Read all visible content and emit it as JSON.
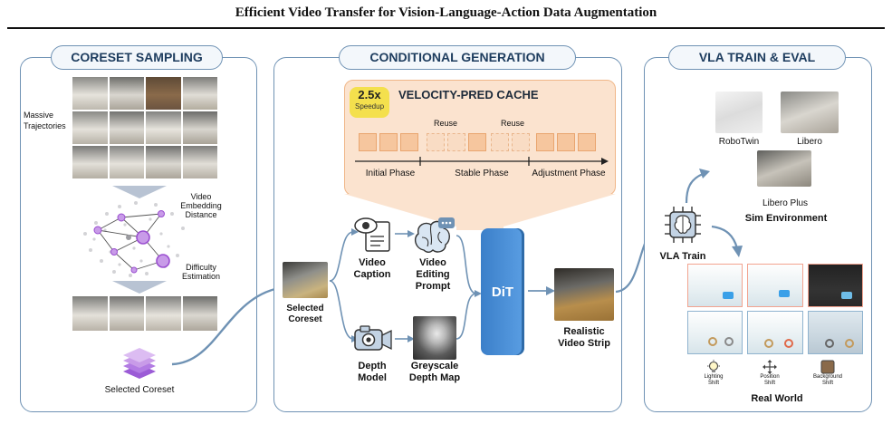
{
  "header": {
    "title": "Efficient Video Transfer for Vision-Language-Action Data Augmentation"
  },
  "coreset": {
    "heading": "CORESET SAMPLING",
    "massive": "Massive\nTrajectories",
    "embedding": "Video\nEmbedding\nDistance",
    "difficulty": "Difficulty\nEstimation",
    "selected": "Selected Coreset"
  },
  "generation": {
    "heading": "CONDITIONAL  GENERATION",
    "cache_title": "VELOCITY-PRED CACHE",
    "speed_value": "2.5x",
    "speed_label": "Speedup",
    "reuse1": "Reuse",
    "reuse2": "Reuse",
    "phase1": "Initial Phase",
    "phase2": "Stable Phase",
    "phase3": "Adjustment Phase",
    "selected_coreset": "Selected\nCoreset",
    "video_caption": "Video\nCaption",
    "depth_model": "Depth\nModel",
    "video_editing": "Video\nEditing\nPrompt",
    "greyscale": "Greyscale\nDepth Map",
    "dit": "DiT",
    "realistic": "Realistic\nVideo Strip"
  },
  "vla": {
    "heading": "VLA TRAIN & EVAL",
    "robotwin": "RoboTwin",
    "libero": "Libero",
    "libero_plus": "Libero Plus",
    "sim_env": "Sim Environment",
    "vla_train": "VLA Train",
    "lighting": "Lighting\nShift",
    "position": "Position\nShift",
    "background": "Background\nShift",
    "real_world": "Real World"
  },
  "colors": {
    "panel_border": "#6f92b4",
    "cache_bg": "#fbe3cf",
    "block": "#f6c69e",
    "dit": "#4d8fd6",
    "speed": "#f4e04d",
    "node": "#b168e0"
  }
}
